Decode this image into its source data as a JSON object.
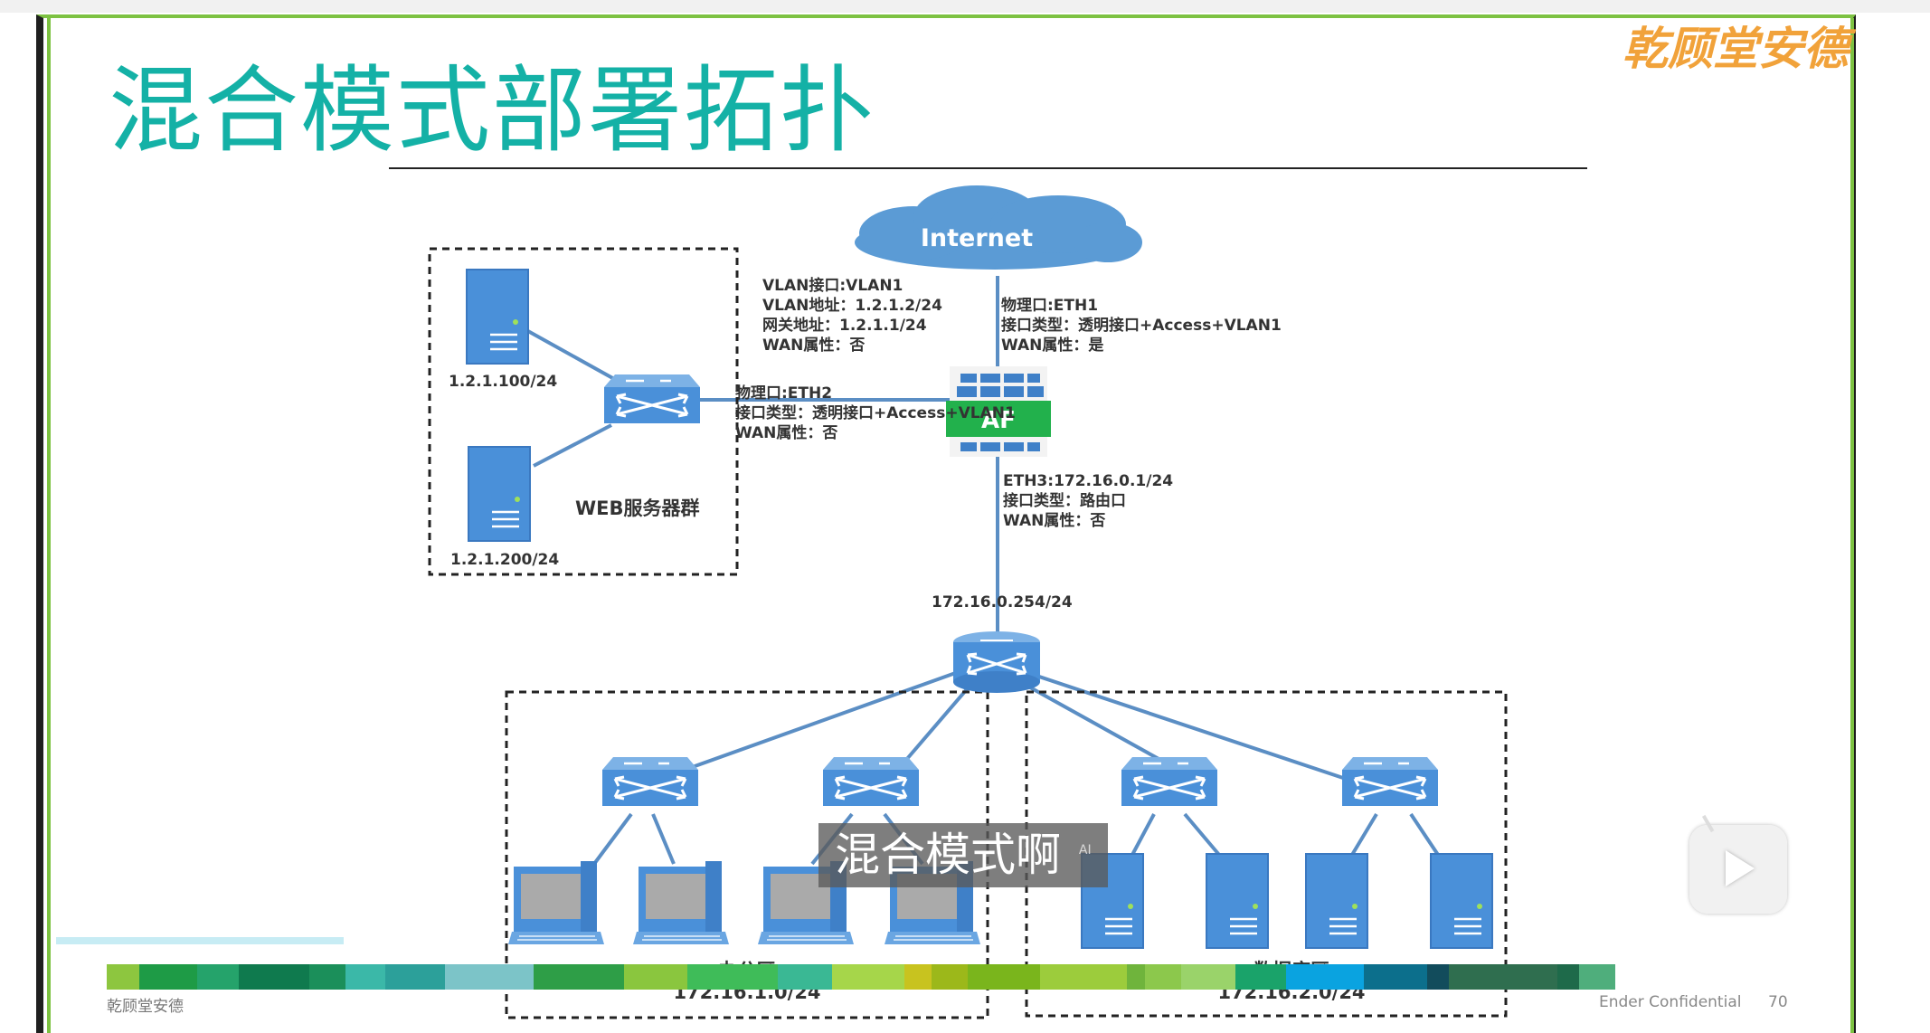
{
  "slide": {
    "title": "混合模式部署拓扑",
    "brand": "乾顾堂安德",
    "footer_left": "乾顾堂安德",
    "footer_confidential": "Ender Confidential",
    "page_number": "70"
  },
  "video": {
    "subtitle": "混合模式啊",
    "subtitle_tag": "AI"
  },
  "diagram": {
    "internet": "Internet",
    "firewall": "AF",
    "server_top_ip": "1.2.1.100/24",
    "server_bottom_ip": "1.2.1.200/24",
    "web_group": "WEB服务器群",
    "vlan_block": [
      "VLAN接口:VLAN1",
      "VLAN地址：1.2.1.2/24",
      "网关地址：1.2.1.1/24",
      "WAN属性：否"
    ],
    "eth1_block": [
      "物理口:ETH1",
      "接口类型：透明接口+Access+VLAN1",
      "WAN属性：是"
    ],
    "eth2_block": [
      "物理口:ETH2",
      "接口类型：透明接口+Access+VLAN1",
      "WAN属性：否"
    ],
    "eth3_block": [
      "ETH3:172.16.0.1/24",
      "接口类型：路由口",
      "WAN属性：否"
    ],
    "core_ip": "172.16.0.254/24",
    "office_zone": "办公区",
    "office_net": "172.16.1.0/24",
    "db_zone": "数据库区",
    "db_net": "172.16.2.0/24"
  },
  "colors": {
    "title": "#14b1a6",
    "device_blue": "#4a90d9",
    "firewall_green": "#22b14c",
    "link": "#5b8ec4",
    "brand": "#f1a23a"
  }
}
